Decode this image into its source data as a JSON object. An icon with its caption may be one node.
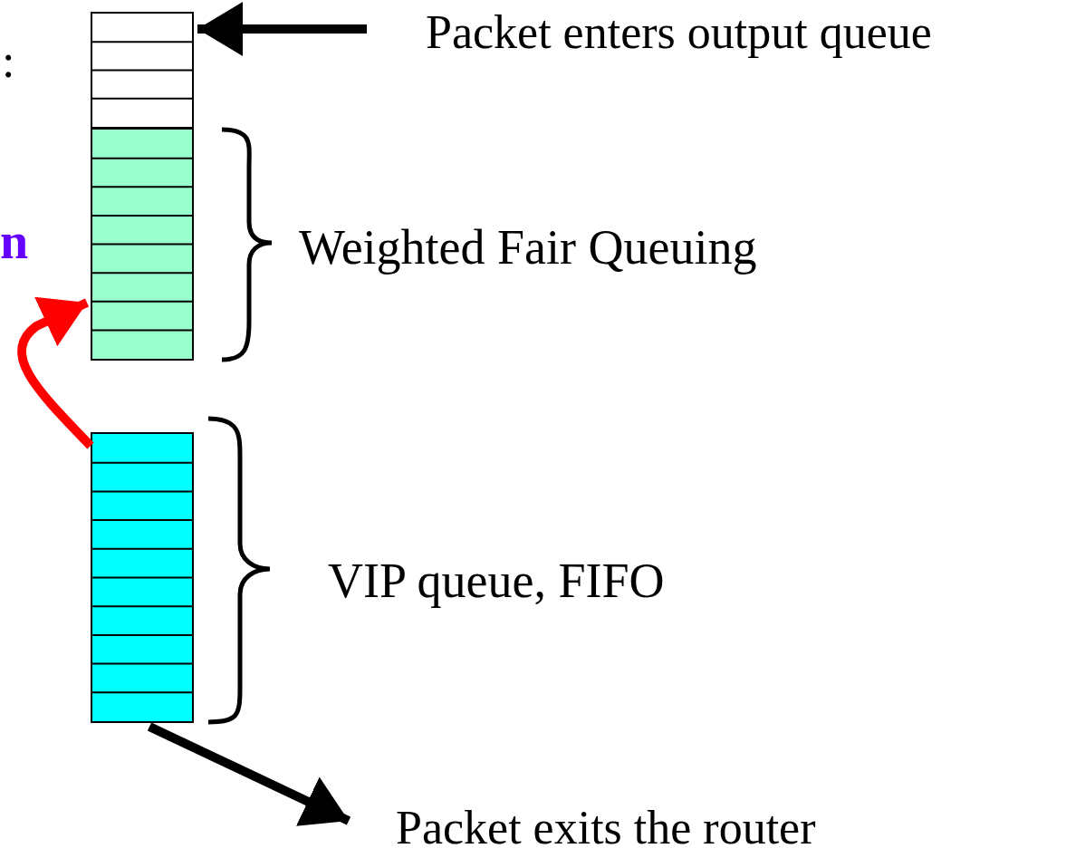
{
  "diagram": {
    "nodes": [
      {
        "text": [
          "Packet enters output queue"
        ]
      },
      {
        "text": [],
        "shape": "box"
      },
      {
        "text": [],
        "shape": "box"
      },
      {
        "text": [],
        "shape": "box"
      },
      {
        "text": [
          "Packet exits the router"
        ]
      }
    ],
    "edges": [
      {
        "from": 0,
        "to": 1,
        "arrow": "to"
      },
      {
        "from": 3,
        "to": 2,
        "arrow": "to",
        "color": "#ff0000"
      },
      {
        "from": 3,
        "to": 4,
        "arrow": "to"
      }
    ],
    "labels": [
      ":",
      "n",
      "Weighted Fair Queuing",
      "VIP queue, FIFO"
    ]
  }
}
